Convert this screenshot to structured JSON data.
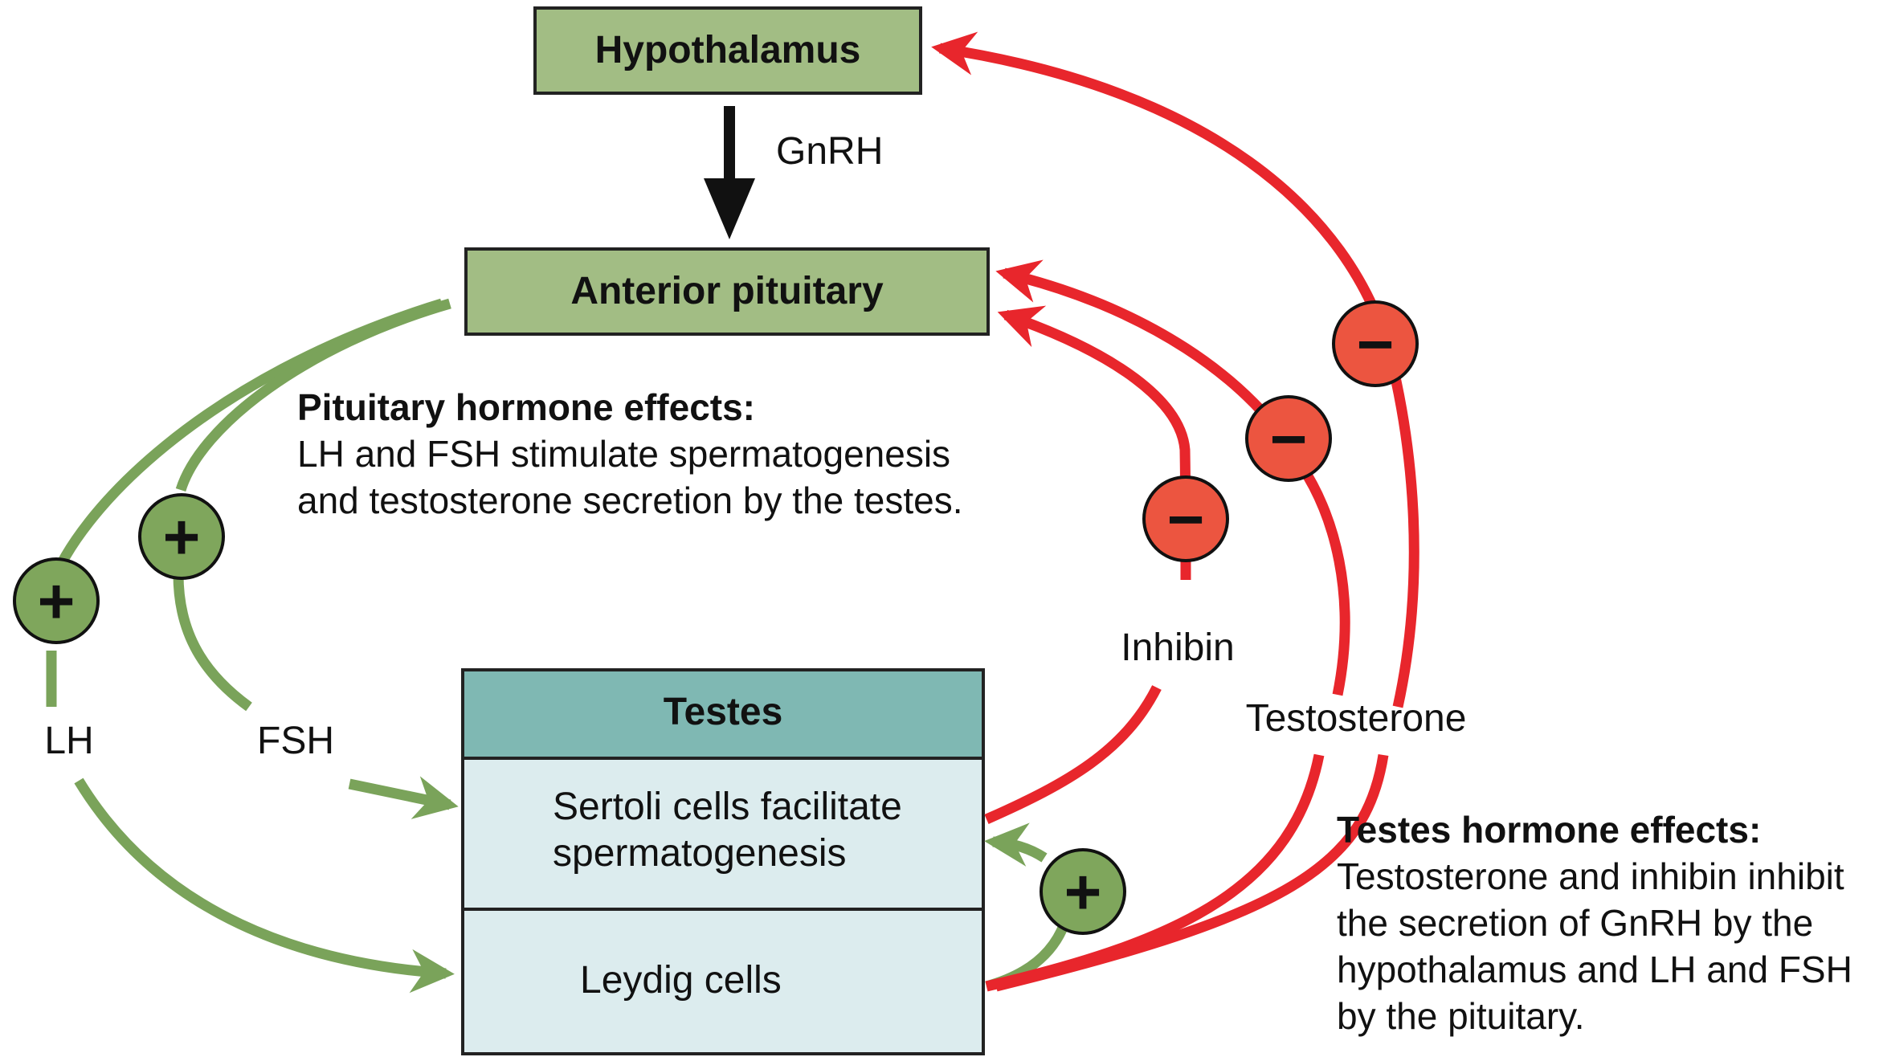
{
  "boxes": {
    "hypothalamus": "Hypothalamus",
    "anterior_pituitary": "Anterior pituitary",
    "testes": "Testes",
    "sertoli_line1": "Sertoli cells facilitate",
    "sertoli_line2": "spermatogenesis",
    "leydig": "Leydig cells"
  },
  "labels": {
    "gnrh": "GnRH",
    "lh": "LH",
    "fsh": "FSH",
    "inhibin": "Inhibin",
    "testosterone": "Testosterone"
  },
  "signs": {
    "plus": "+",
    "minus": "−"
  },
  "pituitary_effects": {
    "heading": "Pituitary hormone effects:",
    "lines": [
      "LH and FSH stimulate spermatogenesis",
      "and testosterone secretion by the testes."
    ]
  },
  "testes_effects": {
    "heading": "Testes hormone effects:",
    "lines": [
      "Testosterone and inhibin inhibit",
      "the secretion of GnRH by the",
      "hypothalamus and LH and FSH",
      "by the pituitary."
    ]
  },
  "colors": {
    "box_green": "#a2bd84",
    "testes_header": "#7fb8b3",
    "testes_body": "#dcecee",
    "stimulate_green": "#7aa35a",
    "inhibit_red": "#e8262c",
    "badge_green": "#7fa65c",
    "badge_red": "#ec5540"
  }
}
